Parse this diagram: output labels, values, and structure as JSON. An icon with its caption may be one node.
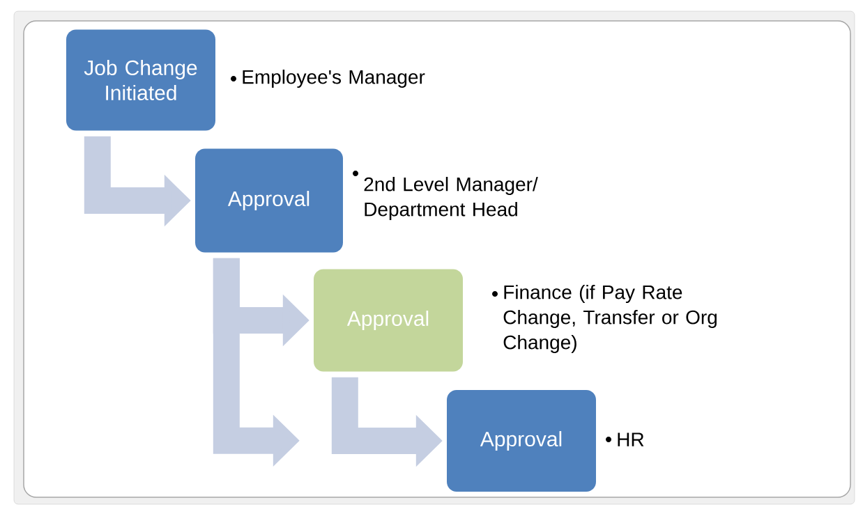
{
  "diagram": {
    "nodes": [
      {
        "text": [
          "Job Change Initiated"
        ],
        "beside": [
          "Employee's Manager"
        ]
      },
      {
        "text": [
          "Approval"
        ],
        "beside": [
          "2nd Level Manager/ Department Head"
        ]
      },
      {
        "text": [
          "Approval"
        ],
        "beside": [
          "Finance (if Pay Rate Change, Transfer or Org Change)"
        ]
      },
      {
        "text": [
          "Approval"
        ],
        "beside": [
          "HR"
        ]
      }
    ],
    "edges": [
      {
        "from": 0,
        "to": 1,
        "arrow": "to"
      },
      {
        "from": 1,
        "to": 2,
        "arrow": "to"
      },
      {
        "from": 1,
        "to": null,
        "arrow": "to"
      },
      {
        "from": 2,
        "to": 3,
        "arrow": "to"
      }
    ]
  }
}
